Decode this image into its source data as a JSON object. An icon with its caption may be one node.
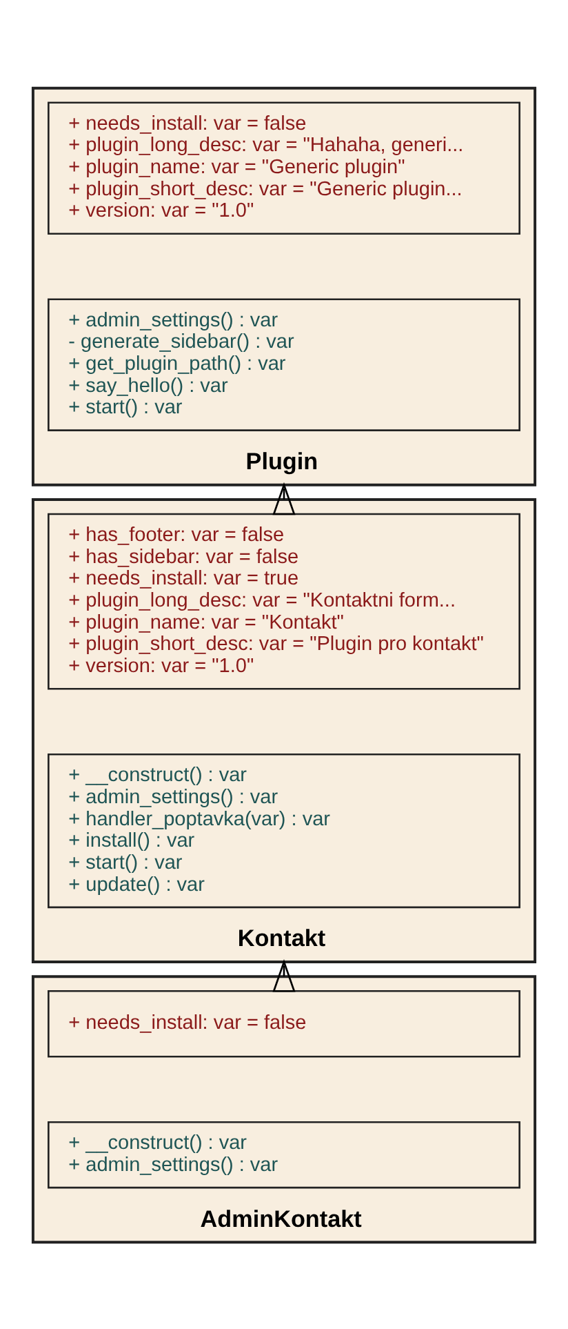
{
  "diagram": {
    "nodes": [
      {
        "text": [
          "Plugin"
        ]
      },
      {
        "text": [
          "+ needs_install: var = false",
          "+ plugin_long_desc: var = \"Hahaha, generi...",
          "+ plugin_name: var = \"Generic plugin\"",
          "+ plugin_short_desc: var = \"Generic plugin...",
          "+ version: var = \"1.0\""
        ],
        "in": 0
      },
      {
        "text": [
          "+ admin_settings() : var",
          "- generate_sidebar() : var",
          "+ get_plugin_path() : var",
          "+ say_hello() : var",
          "+ start() : var"
        ],
        "in": 0
      },
      {
        "text": [
          "Kontakt"
        ]
      },
      {
        "text": [
          "+ has_footer: var = false",
          "+ has_sidebar: var = false",
          "+ needs_install: var = true",
          "+ plugin_long_desc: var = \"Kontaktni form...",
          "+ plugin_name: var = \"Kontakt\"",
          "+ plugin_short_desc: var = \"Plugin pro kontakt\"",
          "+ version: var = \"1.0\""
        ],
        "in": 3
      },
      {
        "text": [
          "+ __construct() : var",
          "+ admin_settings() : var",
          "+ handler_poptavka(var) : var",
          "+ install() : var",
          "+ start() : var",
          "+ update() : var"
        ],
        "in": 3
      },
      {
        "text": [
          "AdminKontakt"
        ]
      },
      {
        "text": [
          "+ needs_install: var = false"
        ],
        "in": 6
      },
      {
        "text": [
          "+ __construct() : var",
          "+ admin_settings() : var"
        ],
        "in": 6
      }
    ],
    "edges": [
      {
        "from": 3,
        "to": 0,
        "arrow": "to"
      },
      {
        "from": 6,
        "to": 3,
        "arrow": "to"
      }
    ]
  }
}
